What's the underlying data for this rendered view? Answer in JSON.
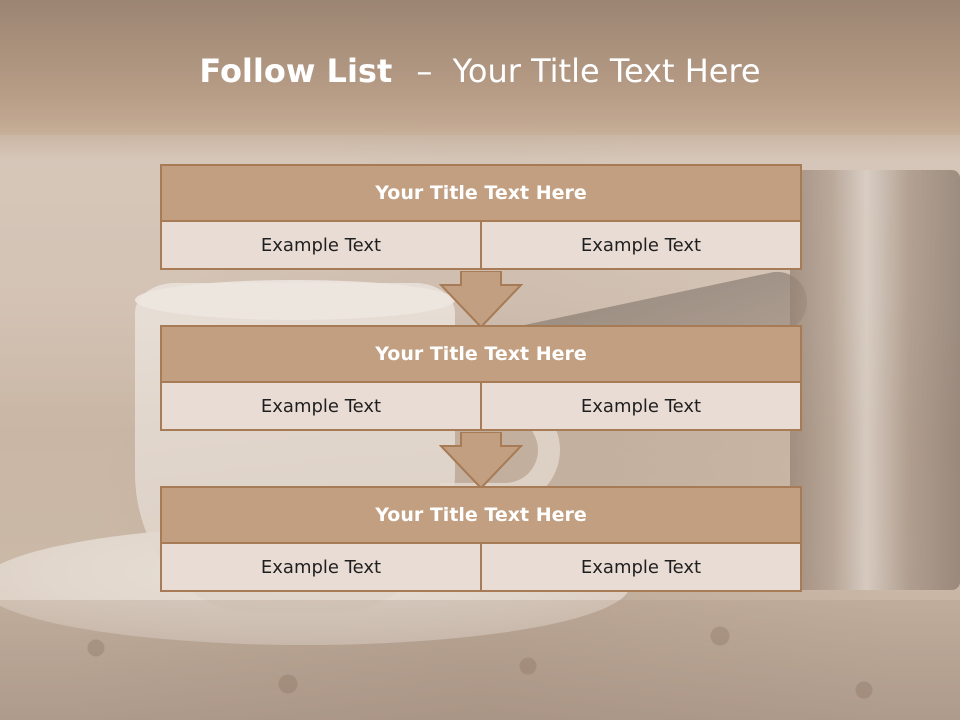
{
  "title": {
    "bold": "Follow List",
    "separator": "–",
    "rest": "Your Title Text Here"
  },
  "blocks": [
    {
      "title": "Your Title Text Here",
      "left": "Example Text",
      "right": "Example Text"
    },
    {
      "title": "Your Title Text Here",
      "left": "Example Text",
      "right": "Example Text"
    },
    {
      "title": "Your Title Text Here",
      "left": "Example Text",
      "right": "Example Text"
    }
  ],
  "colors": {
    "header_fill": "#c29f80",
    "border": "#a67b56",
    "cell_fill": "#e9dcd4",
    "arrow_fill": "#c29f80"
  }
}
